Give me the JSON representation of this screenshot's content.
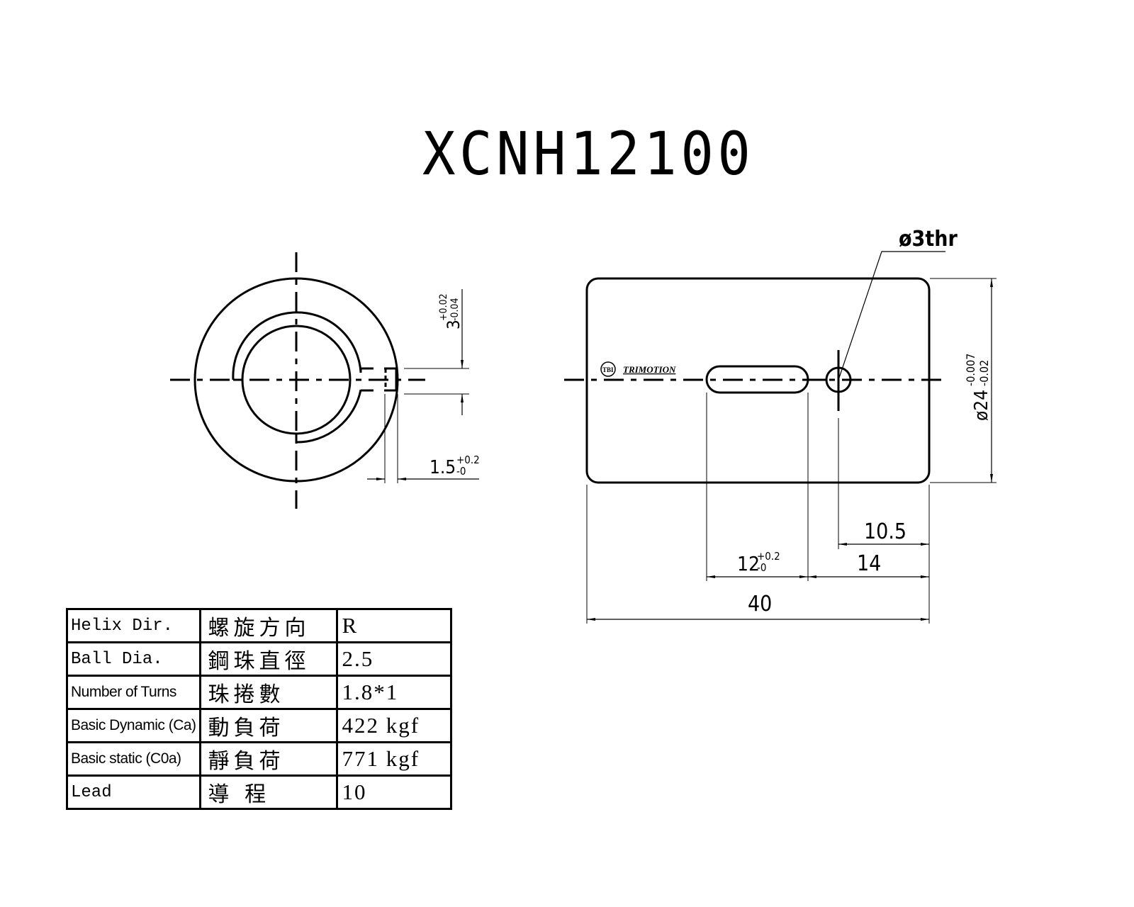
{
  "drawing": {
    "title": "XCNH12100",
    "brand": {
      "logo_text": "TBI",
      "name": "TRIMOTION"
    },
    "front_view": {
      "keyway_width_dim": {
        "nominal": "3",
        "upper_tol": "+0.02",
        "lower_tol": "-0.04"
      },
      "keyway_depth_dim": {
        "nominal": "1.5",
        "upper_tol": "+0.2",
        "lower_tol": "-0"
      }
    },
    "side_view": {
      "hole_callout": "ø3thr",
      "outer_diameter_dim": {
        "prefix": "ø",
        "nominal": "24",
        "upper_tol": "-0.007",
        "lower_tol": "-0.02"
      },
      "slot_length_dim": {
        "nominal": "12",
        "upper_tol": "+0.2",
        "lower_tol": "-0"
      },
      "hole_to_end_dim": "10.5",
      "slot_to_end_dim": "14",
      "overall_length_dim": "40"
    }
  },
  "spec_table": {
    "rows": [
      {
        "label_en": "Helix  Dir.",
        "label_zh": "螺旋方向",
        "value": "R"
      },
      {
        "label_en": "Ball Dia.",
        "label_zh": "鋼珠直徑",
        "value": " 2.5"
      },
      {
        "label_en": "Number of Turns",
        "label_zh": " 珠捲數",
        "value": " 1.8*1"
      },
      {
        "label_en": "Basic Dynamic (Ca)",
        "label_zh": " 動負荷",
        "value": "422 kgf"
      },
      {
        "label_en": "Basic static (C0a)",
        "label_zh": " 靜負荷",
        "value": "771 kgf"
      },
      {
        "label_en": "Lead",
        "label_zh": " 導  程",
        "value": " 10"
      }
    ]
  }
}
